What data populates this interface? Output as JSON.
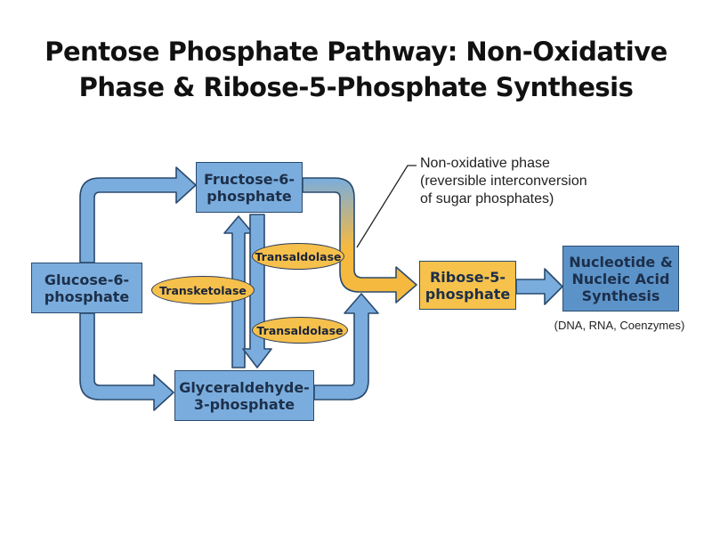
{
  "title": {
    "line1": "Pentose Phosphate Pathway: Non-Oxidative",
    "line2": "Phase & Ribose-5-Phosphate Synthesis"
  },
  "nodes": {
    "glucose": "Glucose-6-\nphosphate",
    "fructose": "Fructose-6-\nphosphate",
    "glyceraldehyde": "Glyceraldehyde-\n3-phosphate",
    "ribose": "Ribose-5-\nphosphate",
    "nucleotide": "Nucleotide &\nNucleic Acid\nSynthesis"
  },
  "enzymes": {
    "transaldolase_top": "Transaldolase",
    "transketolase": "Transketolase",
    "transaldolase_bottom": "Transaldolase"
  },
  "annotation": "Non-oxidative phase\n(reversible interconversion\nof sugar phosphates)",
  "nucleotide_note": "(DNA, RNA, Coenzymes)",
  "colors": {
    "arrow_blue": "#7aaddd",
    "arrow_yellow": "#f5b940",
    "node_yellow": "#f7c24c",
    "outline": "#2a4a6e"
  }
}
